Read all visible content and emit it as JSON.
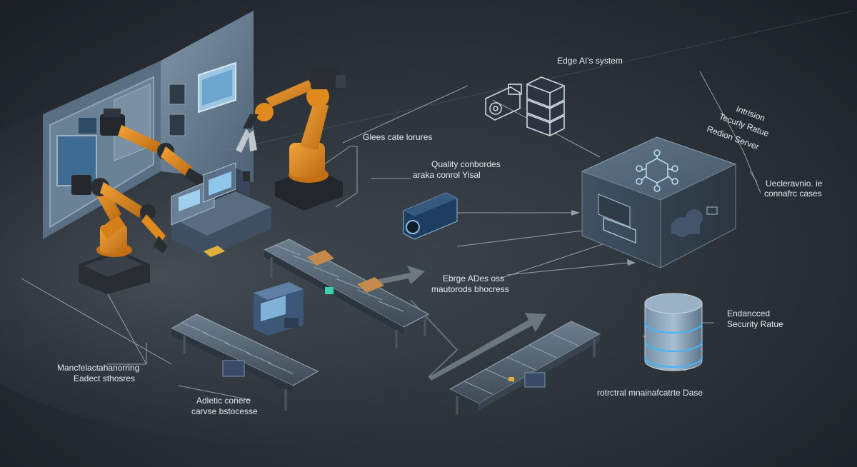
{
  "labels": {
    "edge_system": "Edge AI's system",
    "intrusion_1": "Intrision",
    "intrusion_2": "Tecurly Ratue",
    "intrusion_3": "Redion Server",
    "uncle_1": "Uecleravnio. ie",
    "uncle_2": "connafrc cases",
    "glees": "Glees cate lorures",
    "quality_1": "Quality conbordes",
    "quality_2": "araka conrol Yisal",
    "edge_ades_1": "Ebrge ADes oss",
    "edge_ades_2": "mautorods bhocress",
    "enhanced_1": "Endancced",
    "enhanced_2": "Security Ratue",
    "mfg_1": "Mancfelactahanorring",
    "mfg_2": "Eadect sthosres",
    "adletic_1": "Adletic conere",
    "adletic_2": "carvse bstocesse",
    "rotrctral": "rotrctral mnainafcatrte Dase"
  },
  "colors": {
    "robot_orange": "#e08a1e",
    "robot_dark": "#2a2e33",
    "line": "#b8c0c6",
    "accent_blue": "#8fb8d8",
    "cube_face": "#4e5f6e"
  },
  "icons": {
    "camera": "camera-icon",
    "servers": "server-stack-icon",
    "network": "network-hub-icon",
    "cloud": "cloud-icon",
    "database": "database-icon"
  }
}
